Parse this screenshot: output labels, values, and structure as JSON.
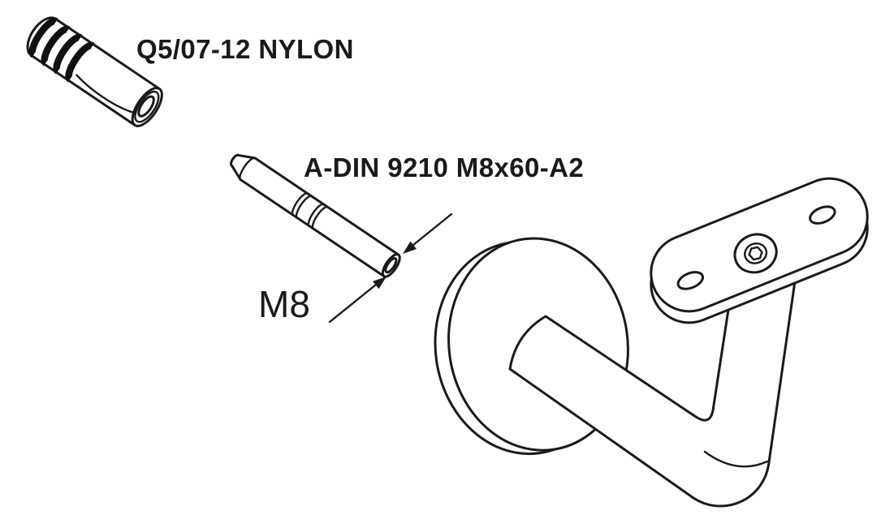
{
  "page": {
    "background": "#ffffff",
    "line_color": "#1a1a1a"
  },
  "diagram": {
    "labels": {
      "plug": "Q5/07-12 NYLON",
      "stud": "A-DIN 9210 M8x60-A2",
      "thread_size": "M8"
    }
  }
}
